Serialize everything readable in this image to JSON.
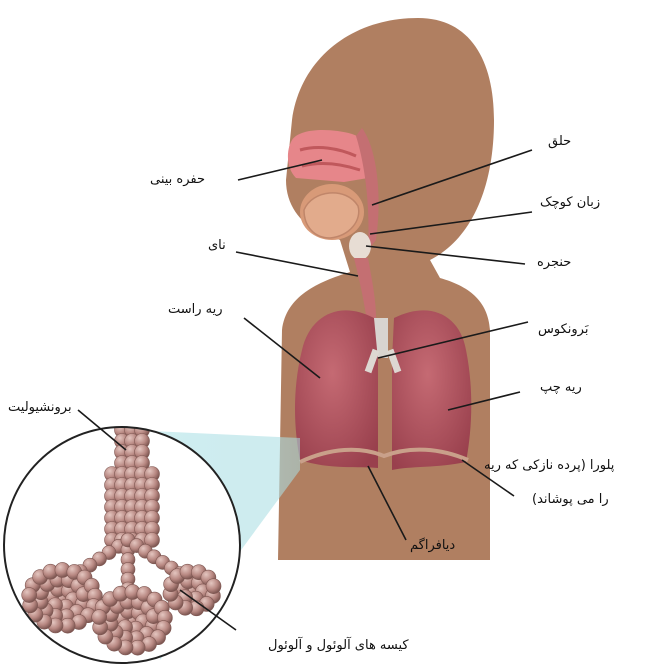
{
  "labels": {
    "nasal_cavity": "حفره بینی",
    "pharynx": "حلق",
    "uvula": "زبان کوچک",
    "trachea": "نای",
    "larynx": "حنجره",
    "right_lung": "ریه راست",
    "bronchus": "بَرونکوس",
    "left_lung": "ریه چپ",
    "pleura_line1": "پلورا (پرده نازکی که ریه",
    "pleura_line2": "را می پوشاند)",
    "bronchiole": "برونشیولیت",
    "diaphragm": "دیافراگم",
    "alveoli": "کیسه های آلوئول و آلوئول"
  },
  "colors": {
    "skin": "#b07f61",
    "lung": "#b55661",
    "lung_dark": "#9a3e4b",
    "airway": "#c46f72",
    "nasal": "#e6868a",
    "alveoli": "#b98a84",
    "lens": "#bfe6ea",
    "leader": "#1a1a1a"
  }
}
